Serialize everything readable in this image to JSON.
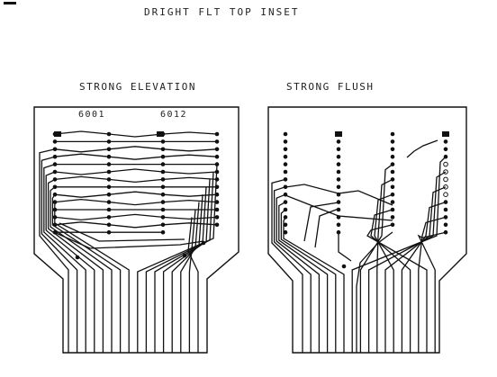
{
  "header": {
    "title": "DRIGHT FLT TOP INSET",
    "page_number": ""
  },
  "panels": {
    "left": {
      "label": "STRONG ELEVATION",
      "chip_a": "6001",
      "chip_b": "6012"
    },
    "right": {
      "label": "STRONG FLUSH"
    }
  },
  "style": {
    "ink": "#111111",
    "paper": "#ffffff"
  }
}
